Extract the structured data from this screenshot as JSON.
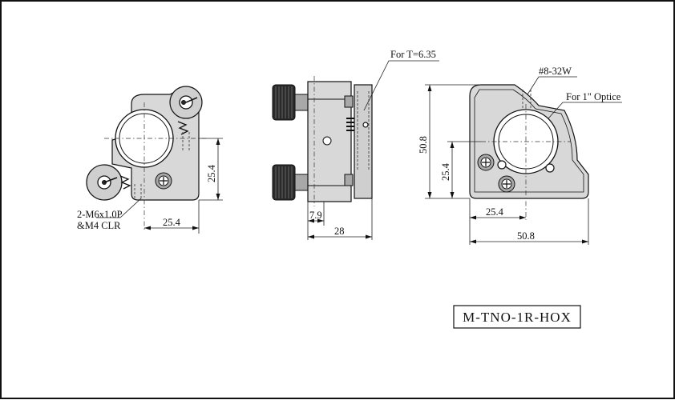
{
  "drawing": {
    "part_number": "M-TNO-1R-HOX",
    "front_view": {
      "callout_line1": "2-M6x1.0P",
      "callout_line2": "&M4 CLR",
      "dim_width": "25.4",
      "dim_height": "25.4"
    },
    "side_view": {
      "callout": "For T=6.35",
      "dim_small": "7.9",
      "dim_depth": "28"
    },
    "back_view": {
      "callout_thread": "#8-32W",
      "callout_optic": "For 1\" Optice",
      "dim_total_height": "50.8",
      "dim_center_height": "25.4",
      "dim_center_width": "25.4",
      "dim_total_width": "50.8"
    }
  },
  "colors": {
    "line": "#111111",
    "fill": "#d8d8d8",
    "background": "#ffffff"
  }
}
